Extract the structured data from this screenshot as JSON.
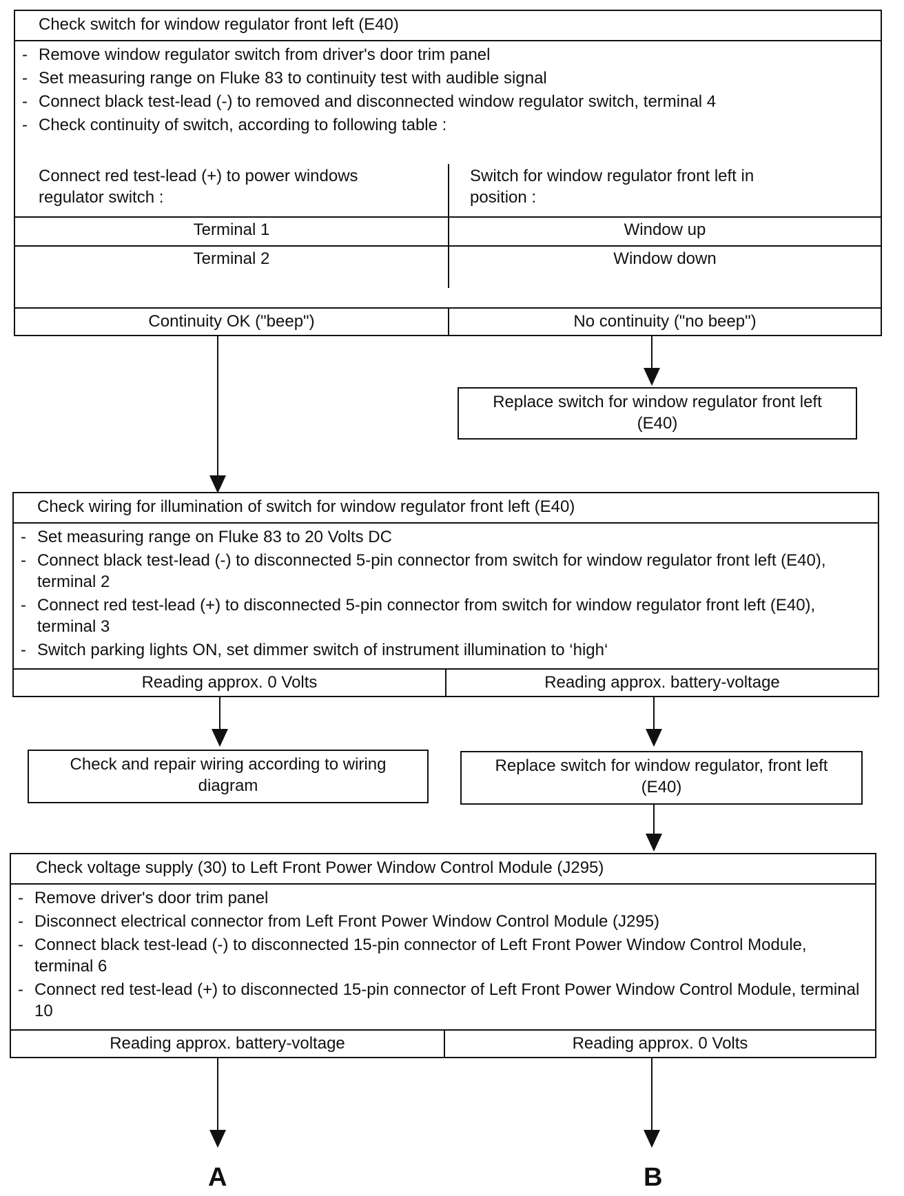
{
  "block1": {
    "title": "Check switch for window regulator front left (E40)",
    "steps": [
      "Remove window regulator switch from driver's door trim panel",
      "Set measuring range on Fluke 83 to continuity test with audible signal",
      "Connect black test-lead (-) to removed and disconnected window regulator switch, terminal 4",
      "Check continuity of switch, according to following table :"
    ],
    "table": {
      "header_left": "Connect red test-lead (+) to power windows regulator switch :",
      "header_right": "Switch for window regulator front left in position :",
      "rows": [
        {
          "terminal": "Terminal 1",
          "position": "Window up"
        },
        {
          "terminal": "Terminal 2",
          "position": "Window down"
        }
      ]
    },
    "outcome_left": "Continuity OK (\"beep\")",
    "outcome_right": "No continuity (\"no beep\")",
    "action_right": "Replace switch for window regulator front left (E40)"
  },
  "block2": {
    "title": "Check wiring for illumination of switch for window regulator front left (E40)",
    "steps": [
      "Set measuring range on Fluke 83 to 20 Volts DC",
      "Connect black test-lead (-) to disconnected 5-pin connector from switch for window regulator front left (E40), terminal 2",
      "Connect red test-lead (+) to disconnected 5-pin connector from switch for window regulator front left (E40), terminal 3",
      "Switch parking lights ON, set dimmer switch of instrument illumination to ‘high‘"
    ],
    "outcome_left": "Reading approx. 0 Volts",
    "outcome_right": "Reading approx. battery-voltage",
    "action_left": "Check and repair wiring according to wiring diagram",
    "action_right": "Replace switch for window regulator, front left (E40)"
  },
  "block3": {
    "title": "Check voltage supply (30) to Left Front Power Window Control Module (J295)",
    "steps": [
      "Remove driver's door trim panel",
      "Disconnect electrical connector from Left Front Power Window Control Module (J295)",
      "Connect black test-lead (-) to disconnected 15-pin connector of Left Front Power Window Control Module, terminal 6",
      "Connect red test-lead (+) to disconnected 15-pin connector of Left Front Power Window Control Module, terminal 10"
    ],
    "outcome_left": "Reading approx. battery-voltage",
    "outcome_right": "Reading approx. 0 Volts"
  },
  "terminals": {
    "left": "A",
    "right": "B"
  }
}
